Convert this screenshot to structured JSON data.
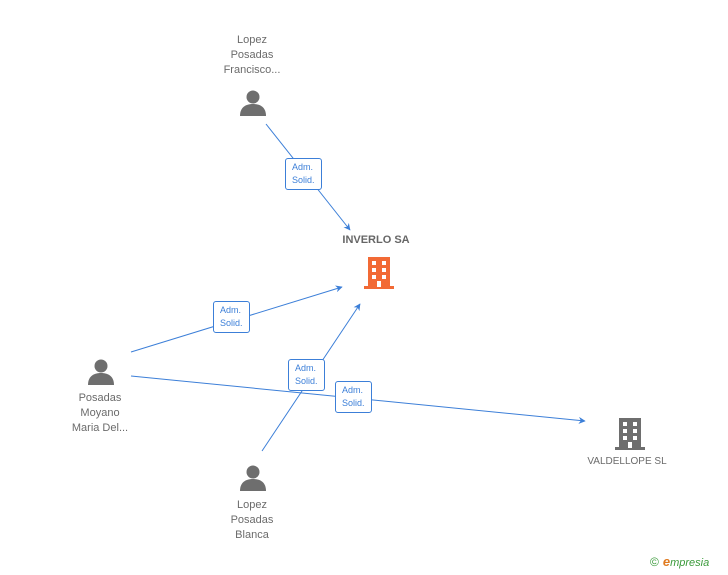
{
  "colors": {
    "edge": "#3c7fd8",
    "person_icon": "#6e6e6e",
    "main_company_icon": "#f26a35",
    "company_icon": "#6e6e6e"
  },
  "people": [
    {
      "id": "lopez-francisco",
      "lines": [
        "Lopez",
        "Posadas",
        "Francisco..."
      ],
      "icon": "person-icon"
    },
    {
      "id": "posadas-maria",
      "lines": [
        "Posadas",
        "Moyano",
        "Maria Del..."
      ],
      "icon": "person-icon"
    },
    {
      "id": "lopez-blanca",
      "lines": [
        "Lopez",
        "Posadas",
        "Blanca"
      ],
      "icon": "person-icon"
    }
  ],
  "companies": [
    {
      "id": "inverlo",
      "label": "INVERLO SA",
      "icon": "building-icon",
      "highlight": true
    },
    {
      "id": "valdellope",
      "label": "VALDELLOPE SL",
      "icon": "building-icon",
      "highlight": false
    }
  ],
  "edges": [
    {
      "from": "lopez-francisco",
      "to": "inverlo",
      "label": [
        "Adm.",
        "Solid."
      ]
    },
    {
      "from": "posadas-maria",
      "to": "inverlo",
      "label": [
        "Adm.",
        "Solid."
      ]
    },
    {
      "from": "lopez-blanca",
      "to": "inverlo",
      "label": [
        "Adm.",
        "Solid."
      ]
    },
    {
      "from": "posadas-maria",
      "to": "valdellope",
      "label": [
        "Adm.",
        "Solid."
      ]
    }
  ],
  "footer": {
    "copyright": "©",
    "brand_initial": "e",
    "brand_rest": "mpresia"
  }
}
